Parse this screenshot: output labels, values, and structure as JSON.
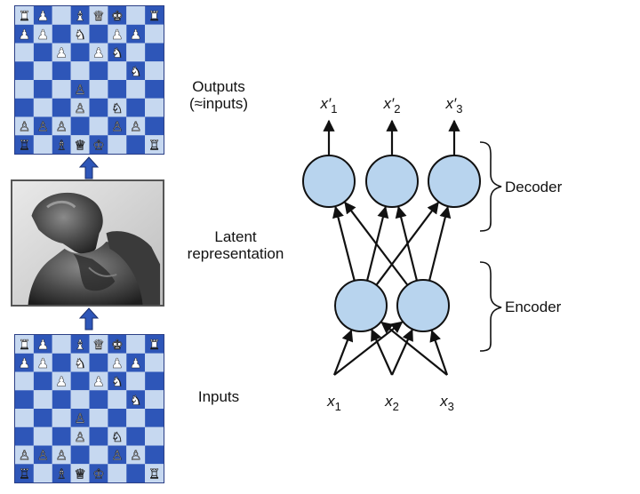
{
  "left_panel": {
    "outputs_caption": [
      "Outputs",
      "(≈inputs)"
    ],
    "latent_caption": [
      "Latent",
      "representation"
    ],
    "inputs_caption": "Inputs"
  },
  "network": {
    "outputs": [
      {
        "base": "x′",
        "sub": "1"
      },
      {
        "base": "x′",
        "sub": "2"
      },
      {
        "base": "x′",
        "sub": "3"
      }
    ],
    "inputs": [
      {
        "base": "x",
        "sub": "1"
      },
      {
        "base": "x",
        "sub": "2"
      },
      {
        "base": "x",
        "sub": "3"
      }
    ],
    "decoder_label": "Decoder",
    "encoder_label": "Encoder"
  },
  "colors": {
    "board_dark": "#2e56b8",
    "board_light": "#c6d8f0",
    "neuron_fill": "#b8d4ee",
    "arrow_blue": "#2e56b8"
  },
  "icons": [
    "chess-board",
    "up-arrow-icon",
    "thinker-statue-image"
  ]
}
